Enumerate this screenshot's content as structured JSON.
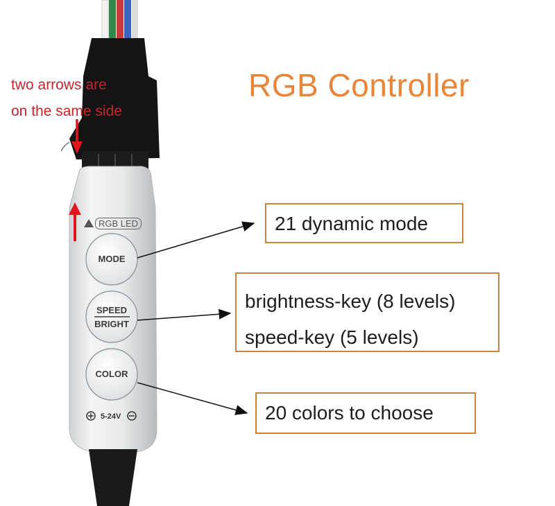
{
  "title": "RGB Controller",
  "note": {
    "line1": "two arrows are",
    "line2": "on the same side"
  },
  "controller": {
    "brand_label": "RGB LED",
    "mode_button": "MODE",
    "speed_button_top": "SPEED",
    "speed_button_bottom": "BRIGHT",
    "color_button": "COLOR",
    "voltage_label": "5-24V"
  },
  "callouts": {
    "mode": "21 dynamic mode",
    "brightness": "brightness-key (8 levels)",
    "speed": "speed-key (5 levels)",
    "color": "20 colors to choose"
  },
  "colors": {
    "title": "#e8853a",
    "note": "#c4262b",
    "callout_border": "#c9833f",
    "red_arrow": "#e0161b"
  }
}
